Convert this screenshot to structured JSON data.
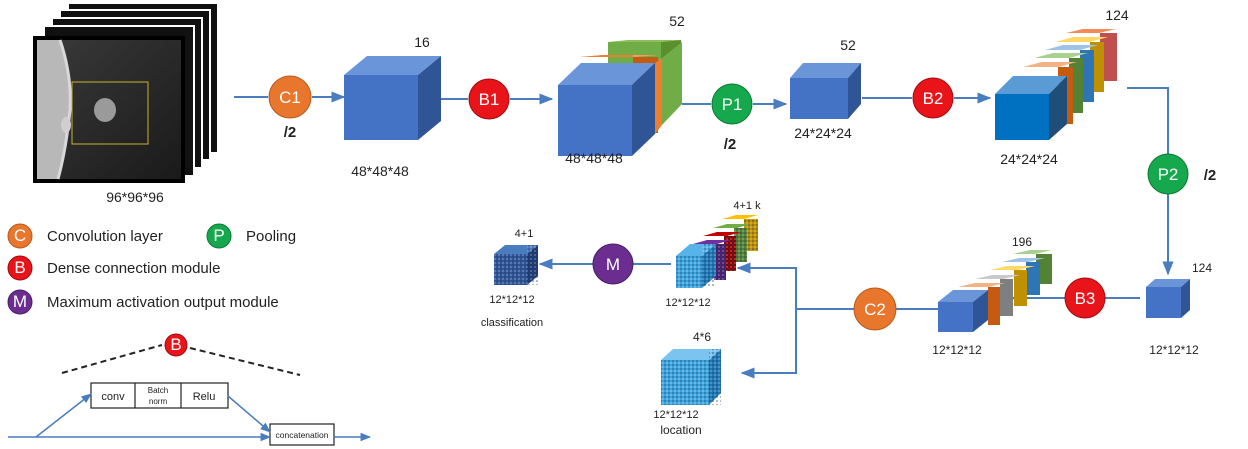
{
  "input": {
    "size": "96*96*96"
  },
  "circles": {
    "c1": "C1",
    "b1": "B1",
    "p1": "P1",
    "b2": "B2",
    "p2": "P2",
    "b3": "B3",
    "c2": "C2",
    "m": "M",
    "b_small": "B"
  },
  "half_labels": {
    "after_c1": "/2",
    "after_p1": "/2",
    "after_p2": "/2"
  },
  "blocks": {
    "b1_channels": "16",
    "b1_size": "48*48*48",
    "b2_channels": "52",
    "b2_size": "48*48*48",
    "b3_channels": "52",
    "b3_size": "24*24*24",
    "b4_channels": "124",
    "b4_size": "24*24*24",
    "b5_channels": "124",
    "b5_size": "12*12*12",
    "b6_channels": "196",
    "b6_size": "12*12*12",
    "b7_channels": "4+1 k",
    "b7_size": "12*12*12",
    "cls_channels": "4+1",
    "cls_size": "12*12*12",
    "cls_name": "classification",
    "loc_channels": "4*6",
    "loc_size": "12*12*12",
    "loc_name": "location"
  },
  "legend": {
    "c_letter": "C",
    "c_text": "Convolution layer",
    "p_letter": "P",
    "p_text": "Pooling",
    "b_letter": "B",
    "b_text": "Dense connection module",
    "m_letter": "M",
    "m_text": "Maximum activation output module"
  },
  "dense_module": {
    "conv": "conv",
    "bn_line1": "Batch",
    "bn_line2": "norm",
    "relu": "Relu",
    "concat": "concatenation"
  },
  "colors": {
    "orange": "#e8762c",
    "red": "#e8141a",
    "green": "#16a84c",
    "purple": "#6b2d8f",
    "blue": "#4472c4",
    "arrow": "#4a7cc0"
  }
}
